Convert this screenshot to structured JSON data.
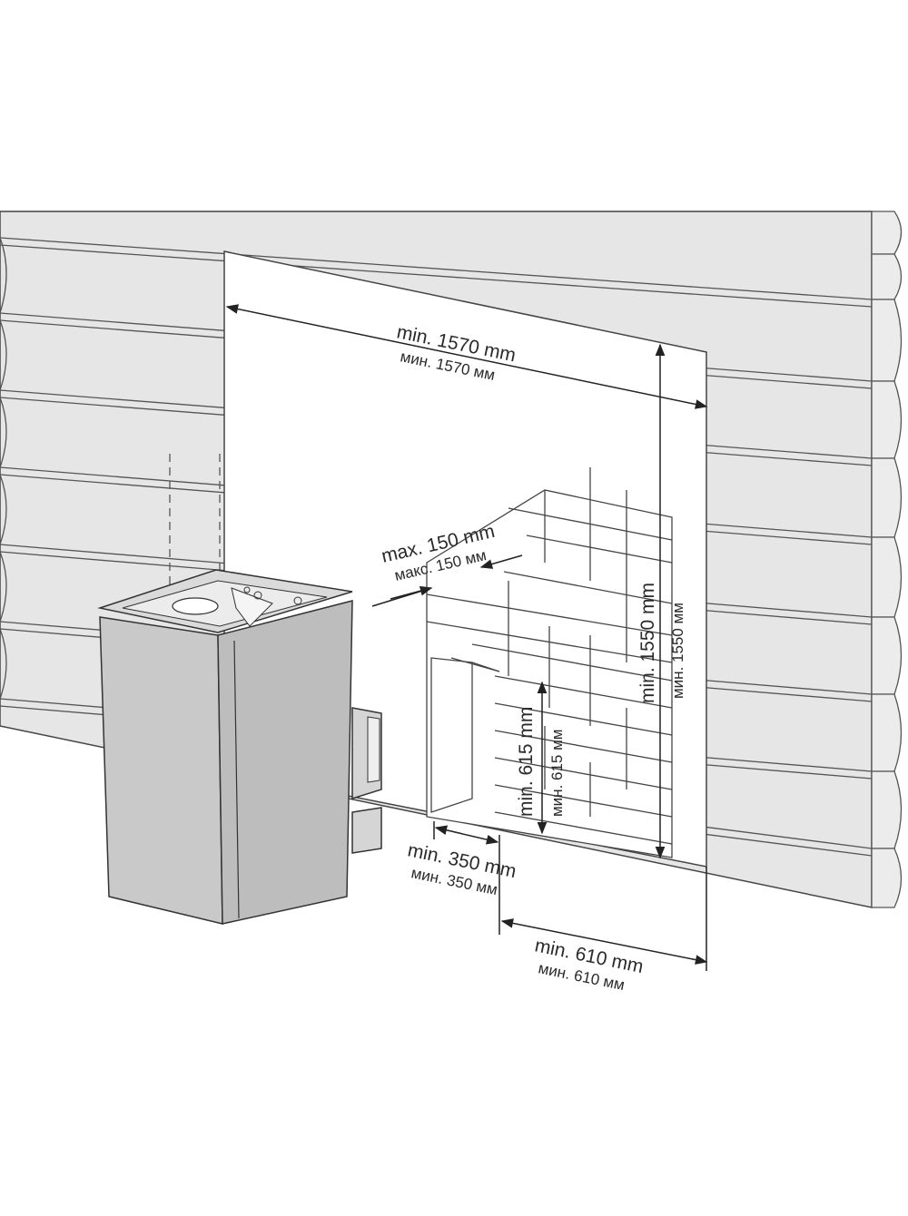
{
  "dimensions": {
    "width_clearance": {
      "en": "min. 1570 mm",
      "ru": "мин. 1570 мм"
    },
    "height_clearance": {
      "en": "min. 1550 mm",
      "ru": "мин. 1550 мм"
    },
    "wall_gap": {
      "en": "max. 150 mm",
      "ru": "макс. 150 мм"
    },
    "side_height": {
      "en": "min. 615 mm",
      "ru": "мин. 615 мм"
    },
    "side_distance": {
      "en": "min. 350 mm",
      "ru": "мин. 350 мм"
    },
    "front_distance": {
      "en": "min. 610 mm",
      "ru": "мин. 610 мм"
    }
  },
  "colors": {
    "wall": "#e6e6e6",
    "stove": "#cfcfcf",
    "lines": "#333333"
  }
}
